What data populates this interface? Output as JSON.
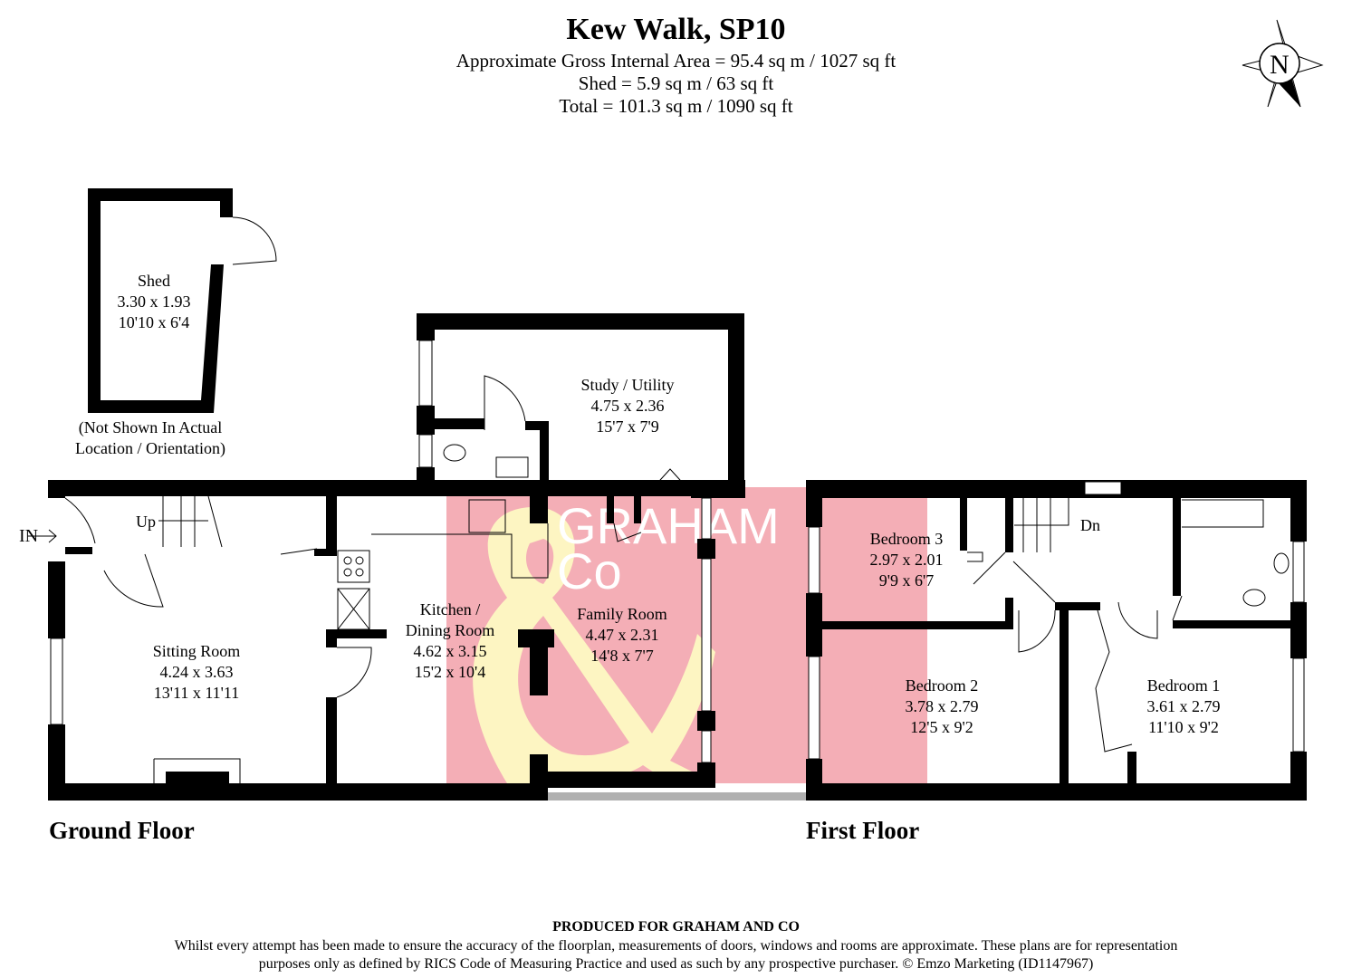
{
  "header": {
    "title": "Kew Walk, SP10",
    "area_line": "Approximate Gross Internal Area = 95.4 sq m / 1027 sq ft",
    "shed_line": "Shed = 5.9 sq m / 63 sq ft",
    "total_line": "Total = 101.3 sq m / 1090 sq ft"
  },
  "compass": {
    "label": "N",
    "icon": "north-compass-icon"
  },
  "watermark": {
    "text_line1": "GRAHAM",
    "text_line2": "Co",
    "colors": {
      "background": "#f4aeb6",
      "ampersand": "#fdf5c2"
    }
  },
  "shed": {
    "name": "Shed",
    "metric": "3.30 x 1.93",
    "imperial": "10'10 x 6'4",
    "note_line1": "(Not Shown In Actual",
    "note_line2": "Location / Orientation)"
  },
  "ground_floor": {
    "label": "Ground Floor",
    "entrance_label": "IN",
    "stairs_label": "Up",
    "rooms": [
      {
        "name": "Sitting Room",
        "metric": "4.24 x 3.63",
        "imperial": "13'11 x 11'11"
      },
      {
        "name_line1": "Kitchen /",
        "name_line2": "Dining Room",
        "metric": "4.62 x 3.15",
        "imperial": "15'2 x 10'4"
      },
      {
        "name": "Family Room",
        "metric": "4.47 x 2.31",
        "imperial": "14'8 x 7'7"
      },
      {
        "name": "Study / Utility",
        "metric": "4.75 x 2.36",
        "imperial": "15'7 x 7'9"
      }
    ]
  },
  "first_floor": {
    "label": "First Floor",
    "stairs_label": "Dn",
    "rooms": [
      {
        "name": "Bedroom 3",
        "metric": "2.97 x 2.01",
        "imperial": "9'9 x 6'7"
      },
      {
        "name": "Bedroom 2",
        "metric": "3.78 x 2.79",
        "imperial": "12'5 x 9'2"
      },
      {
        "name": "Bedroom 1",
        "metric": "3.61 x 2.79",
        "imperial": "11'10 x 9'2"
      }
    ]
  },
  "footer": {
    "produced": "PRODUCED FOR GRAHAM AND CO",
    "disclaimer_line1": "Whilst every attempt has been made to ensure the accuracy of the floorplan, measurements of doors, windows and rooms are approximate. These plans are for representation",
    "disclaimer_line2": "purposes only as defined by RICS Code of Measuring Practice and used as such by any prospective purchaser. © Emzo Marketing (ID1147967)"
  }
}
